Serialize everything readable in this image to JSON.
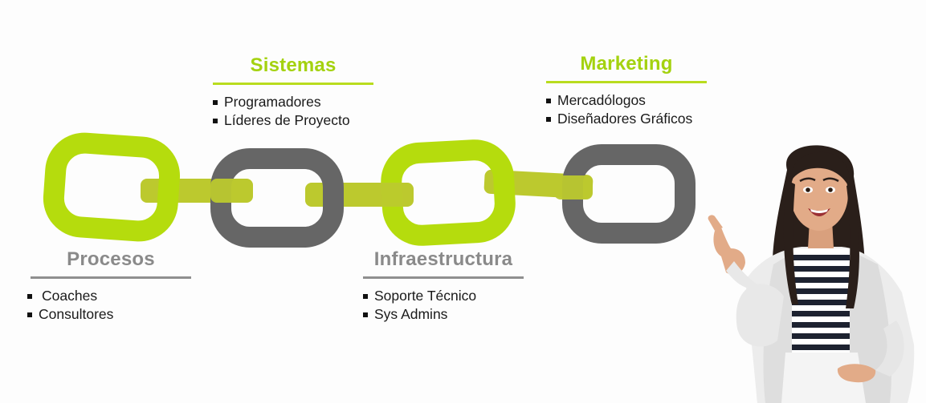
{
  "colors": {
    "green": "#b5dc0d",
    "dark_gray": "#666666",
    "connector": "#bcc92e",
    "title_gray": "#8a8a8a"
  },
  "groups": {
    "sistemas": {
      "title": "Sistemas",
      "items": [
        "Programadores",
        "Líderes de Proyecto"
      ]
    },
    "marketing": {
      "title": "Marketing",
      "items": [
        "Mercadólogos",
        "Diseñadores Gráficos"
      ]
    },
    "procesos": {
      "title": "Procesos",
      "items": [
        "Coaches",
        "Consultores"
      ]
    },
    "infraestructura": {
      "title": "Infraestructura",
      "items": [
        "Soporte Técnico",
        "Sys Admins"
      ]
    }
  },
  "icons": {
    "chain": "chain-links-icon",
    "person": "woman-pointing-illustration"
  }
}
